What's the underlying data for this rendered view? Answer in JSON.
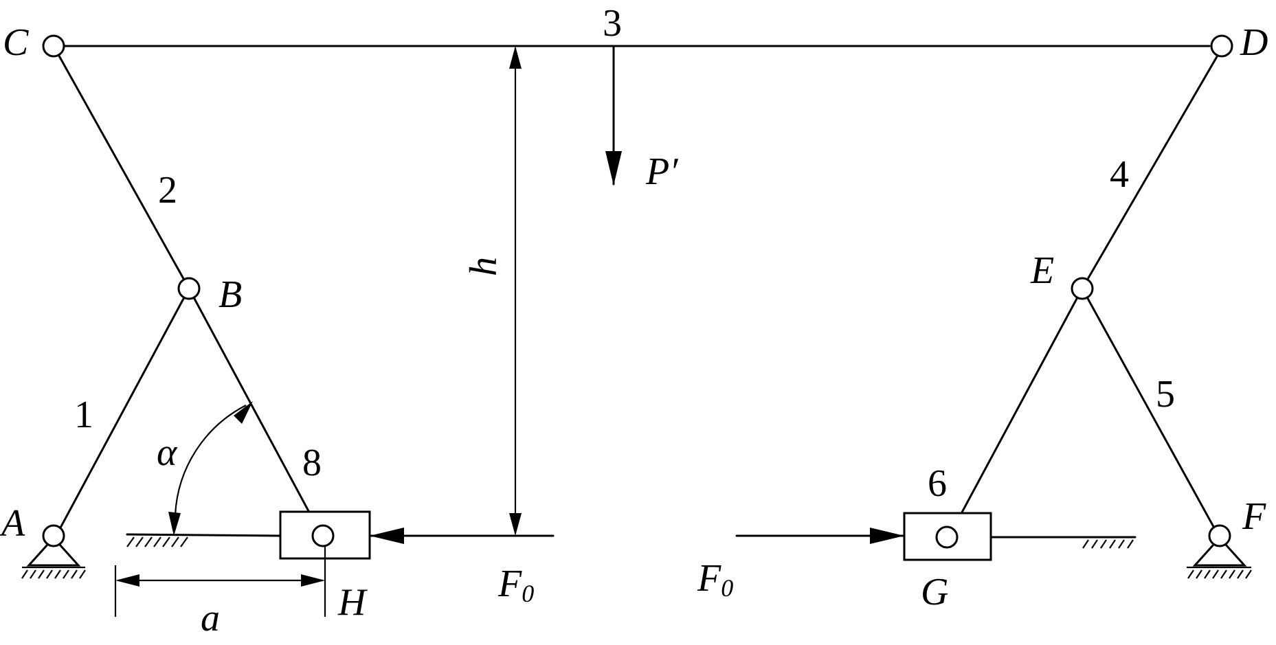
{
  "diagram": {
    "points": {
      "A": "A",
      "B": "B",
      "C": "C",
      "D": "D",
      "E": "E",
      "F": "F",
      "G": "G",
      "H": "H"
    },
    "members": {
      "m1": "1",
      "m2": "2",
      "m3": "3",
      "m4": "4",
      "m5": "5",
      "m6": "6",
      "m8": "8"
    },
    "quantities": {
      "load": "P′",
      "height": "h",
      "distance": "a",
      "angle": "α",
      "force_left": "F",
      "force_left_sub": "0",
      "force_right": "F",
      "force_right_sub": "0"
    }
  }
}
